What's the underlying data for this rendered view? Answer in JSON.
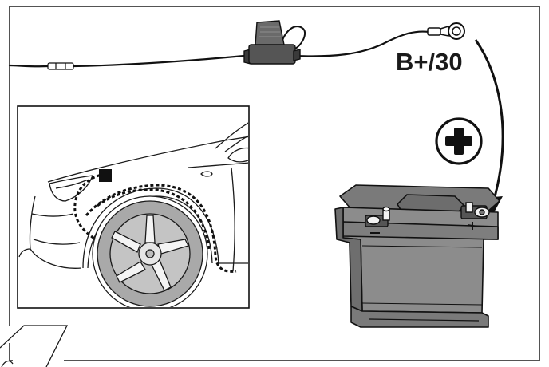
{
  "diagram": {
    "terminal_label": "B+/30",
    "polarity_symbol": "plus-in-circle",
    "inset_subject": "car-front-fender-wiring-route",
    "colors": {
      "battery_body": "#8c8c8c",
      "battery_top": "#767676",
      "cable": "#111111",
      "wheel": "#b5b5b5",
      "line": "#1a1a1a"
    }
  }
}
